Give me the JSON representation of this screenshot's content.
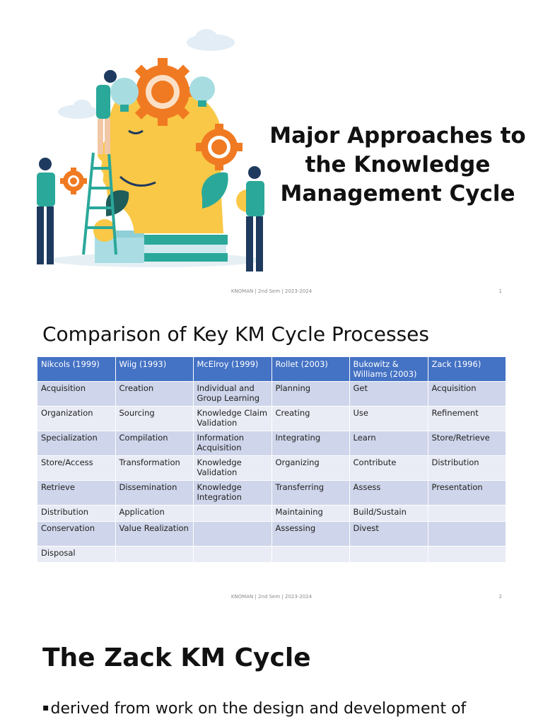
{
  "slide1": {
    "title_lines": [
      "Major Approaches to",
      "the Knowledge",
      "Management Cycle"
    ],
    "footer": "KNOMAN | 2nd Sem | 2023-2024",
    "page_number": "1"
  },
  "slide2": {
    "title": "Comparison of Key KM Cycle Processes",
    "table": {
      "headers": [
        "Nikcols (1999)",
        "Wiig (1993)",
        "McElroy (1999)",
        "Rollet (2003)",
        "Bukowitz & Williams (2003)",
        "Zack (1996)"
      ],
      "rows": [
        [
          "Acquisition",
          "Creation",
          "Individual and Group Learning",
          "Planning",
          "Get",
          "Acquisition"
        ],
        [
          "Organization",
          "Sourcing",
          "Knowledge Claim Validation",
          "Creating",
          "Use",
          "Refinement"
        ],
        [
          "Specialization",
          "Compilation",
          "Information Acquisition",
          "Integrating",
          "Learn",
          "Store/Retrieve"
        ],
        [
          "Store/Access",
          "Transformation",
          "Knowledge Validation",
          "Organizing",
          "Contribute",
          "Distribution"
        ],
        [
          "Retrieve",
          "Dissemination",
          "Knowledge Integration",
          "Transferring",
          "Assess",
          "Presentation"
        ],
        [
          "Distribution",
          "Application",
          "",
          "Maintaining",
          "Build/Sustain",
          ""
        ],
        [
          "Conservation",
          "Value Realization",
          "",
          "Assessing",
          "Divest",
          ""
        ],
        [
          "Disposal",
          "",
          "",
          "",
          "",
          ""
        ]
      ]
    },
    "footer": "KNOMAN | 2nd Sem | 2023-2024",
    "page_number": "2"
  },
  "slide3": {
    "title": "The Zack KM Cycle",
    "bullet_marker": "▪",
    "bullet": "derived from work on the design and development of"
  },
  "colors": {
    "table_header": "#4472c4",
    "row_odd": "#cfd5ea",
    "row_even": "#e9ebf5",
    "head_yellow": "#f9c846",
    "gear_orange": "#f07a22",
    "teal": "#2aa89a",
    "navy": "#1f3a5f"
  },
  "icons": [
    "head-illustration",
    "gear-icon",
    "lightbulb-icon",
    "ladder-icon",
    "book-stack-icon",
    "cloud-icon",
    "leaf-icon"
  ]
}
